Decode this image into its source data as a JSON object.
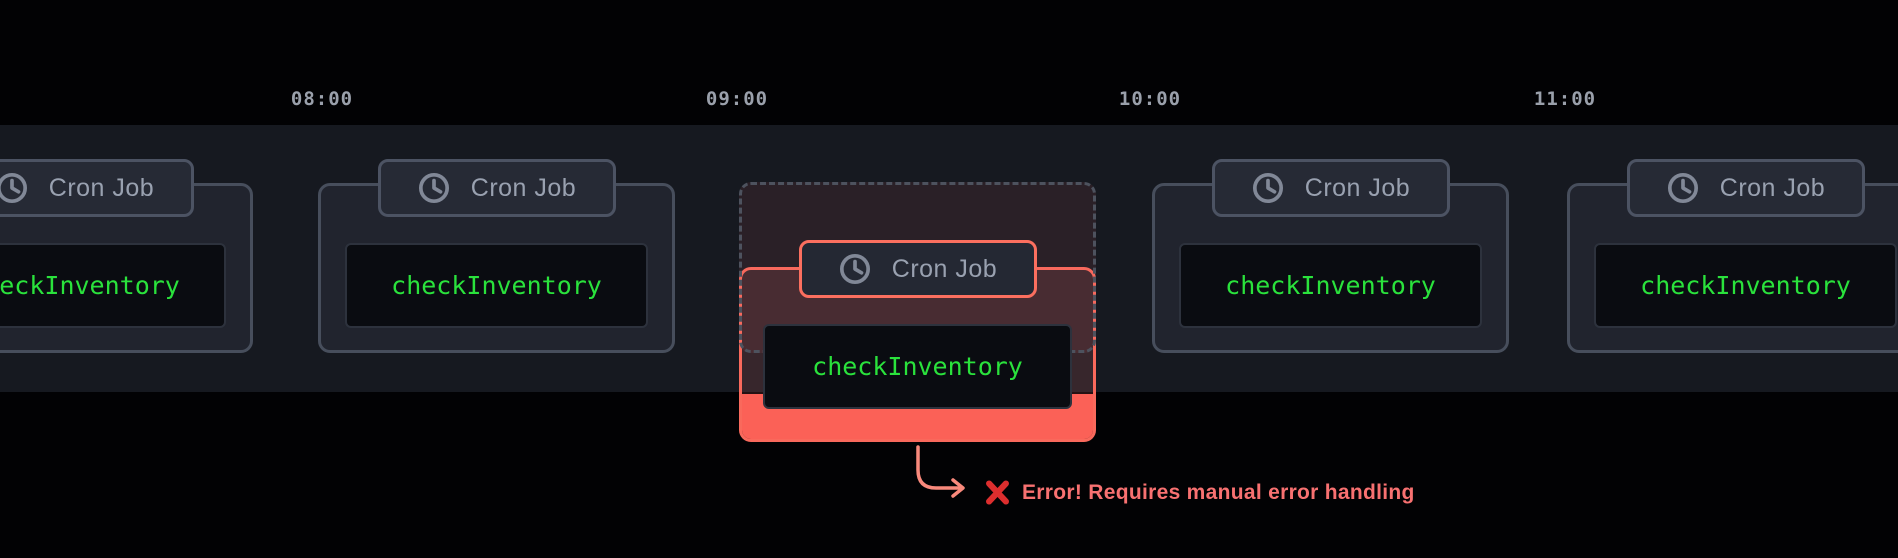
{
  "timeline": {
    "labels": [
      "08:00",
      "09:00",
      "10:00",
      "11:00"
    ]
  },
  "cards": [
    {
      "badge_label": "Cron Job",
      "code_label": "checkInventory",
      "status": "success"
    },
    {
      "badge_label": "Cron Job",
      "code_label": "checkInventory",
      "status": "success"
    },
    {
      "badge_label": "Cron Job",
      "code_label": "checkInventory",
      "status": "failed"
    },
    {
      "badge_label": "Cron Job",
      "code_label": "checkInventory",
      "status": "success"
    },
    {
      "badge_label": "Cron Job",
      "code_label": "checkInventory",
      "status": "success"
    }
  ],
  "error_callout": {
    "icon": "cross-mark-icon",
    "message": "Error! Requires manual error handling"
  },
  "colors": {
    "band_background": "#161920",
    "card_background": "#21242e",
    "card_border": "#474e5c",
    "badge_border": "#4c5363",
    "code_green": "#2ae23c",
    "error_salmon": "#fb6157",
    "error_text": "#f87171",
    "label_gray": "#9aa0ab"
  }
}
